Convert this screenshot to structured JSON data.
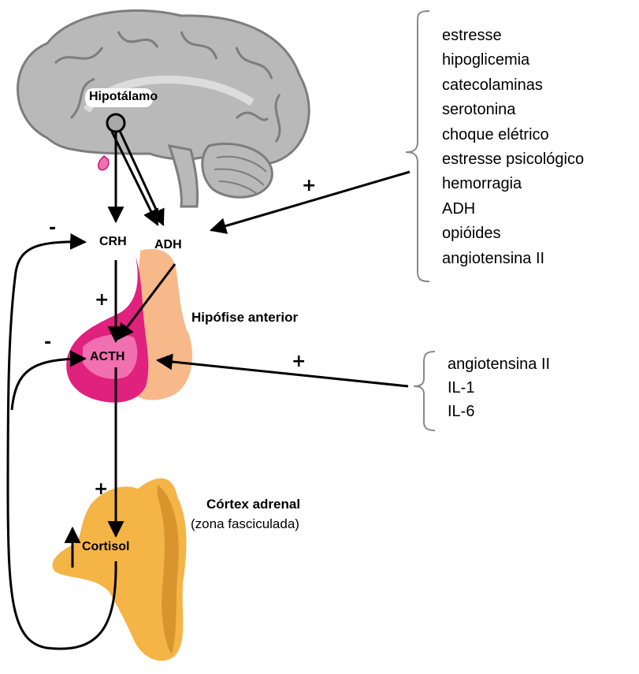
{
  "colors": {
    "brain_gray": "#b9b9b9",
    "brain_dark": "#7d7d7d",
    "pituitary_pink": "#e0217e",
    "pituitary_light_pink": "#f070b0",
    "pituitary_peach": "#f7b98a",
    "adrenal_orange": "#f4b446",
    "adrenal_dark": "#d8952d",
    "line": "#000000"
  },
  "labels": {
    "hypothalamus": "Hipotálamo",
    "crh": "CRH",
    "adh": "ADH",
    "anterior_pituitary": "Hipófise anterior",
    "acth": "ACTH",
    "adrenal_cortex": "Córtex adrenal",
    "adrenal_zone": "(zona fasciculada)",
    "cortisol": "Cortisol"
  },
  "signs": {
    "adh_stimulus": "+",
    "crh_to_acth": "+",
    "acth_stimulus": "+",
    "acth_to_cortisol": "+",
    "feedback_crh": "-",
    "feedback_acth": "-"
  },
  "stimuli_adh": [
    "estresse",
    "hipoglicemia",
    "catecolaminas",
    "serotonina",
    "choque elétrico",
    "estresse psicológico",
    "hemorragia",
    "ADH",
    "opióides",
    "angiotensina II"
  ],
  "stimuli_acth": [
    "angiotensina II",
    "IL-1",
    "IL-6"
  ]
}
